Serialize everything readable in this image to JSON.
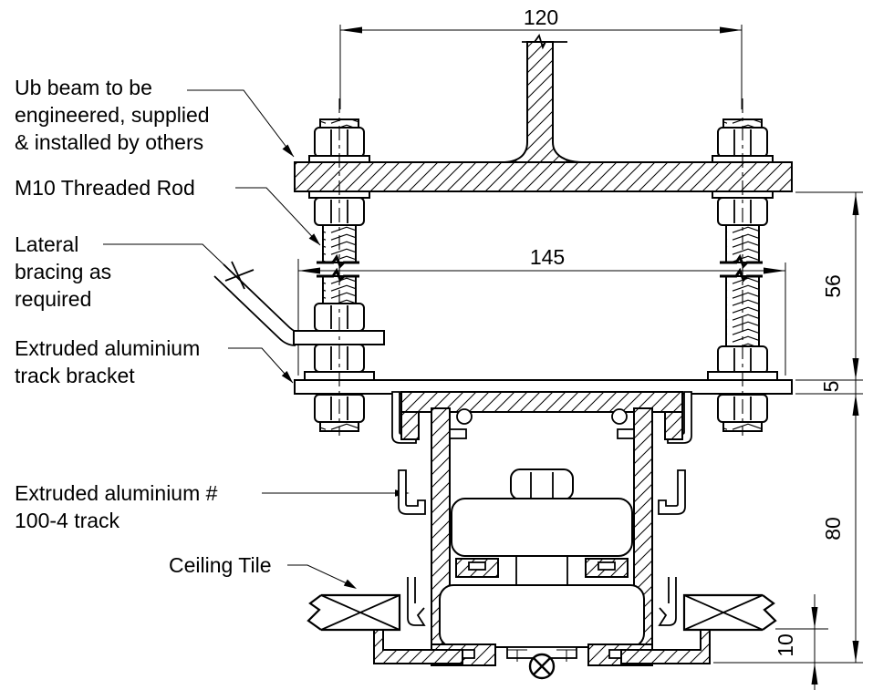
{
  "drawing": {
    "callouts": [
      {
        "id": "ub-beam",
        "lines": [
          "Ub beam to be",
          "engineered, supplied",
          "& installed by others"
        ]
      },
      {
        "id": "m10-threaded-rod",
        "lines": [
          "M10 Threaded Rod"
        ]
      },
      {
        "id": "lateral-bracing",
        "lines": [
          "Lateral",
          "bracing as",
          "required"
        ]
      },
      {
        "id": "track-bracket",
        "lines": [
          "Extruded aluminium",
          "track bracket"
        ]
      },
      {
        "id": "track-100-4",
        "lines": [
          "Extruded aluminium #",
          "100-4 track"
        ]
      },
      {
        "id": "ceiling-tile",
        "lines": [
          "Ceiling Tile"
        ]
      }
    ],
    "dimensions": {
      "top_width": "120",
      "bracket_width": "145",
      "rod_drop": "56",
      "plate_thickness": "5",
      "track_height": "80",
      "tile_step": "10"
    },
    "colors": {
      "line": "#000000",
      "background": "#ffffff"
    }
  }
}
